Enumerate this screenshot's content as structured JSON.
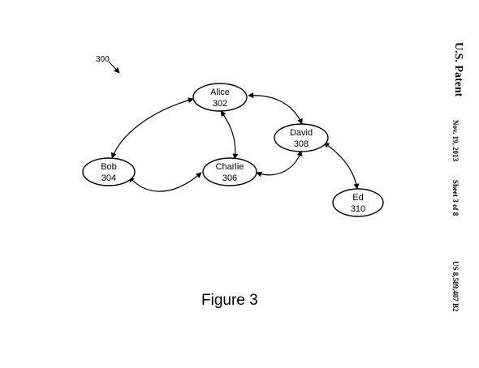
{
  "figure": {
    "reference_number": "300",
    "caption": "Figure 3"
  },
  "header": {
    "patent_label": "U.S. Patent",
    "date": "Nov. 19, 2013",
    "sheet": "Sheet 3 of 8",
    "patent_number": "US 8,589,407 B2"
  },
  "nodes": [
    {
      "id": "alice",
      "name": "Alice",
      "ref": "302"
    },
    {
      "id": "bob",
      "name": "Bob",
      "ref": "304"
    },
    {
      "id": "charlie",
      "name": "Charlie",
      "ref": "306"
    },
    {
      "id": "david",
      "name": "David",
      "ref": "308"
    },
    {
      "id": "ed",
      "name": "Ed",
      "ref": "310"
    }
  ],
  "edges": [
    {
      "from": "alice",
      "to": "bob"
    },
    {
      "from": "alice",
      "to": "charlie"
    },
    {
      "from": "alice",
      "to": "david"
    },
    {
      "from": "bob",
      "to": "charlie"
    },
    {
      "from": "charlie",
      "to": "david"
    },
    {
      "from": "david",
      "to": "ed"
    }
  ],
  "colors": {
    "ink": "#000000",
    "background": "#ffffff"
  }
}
